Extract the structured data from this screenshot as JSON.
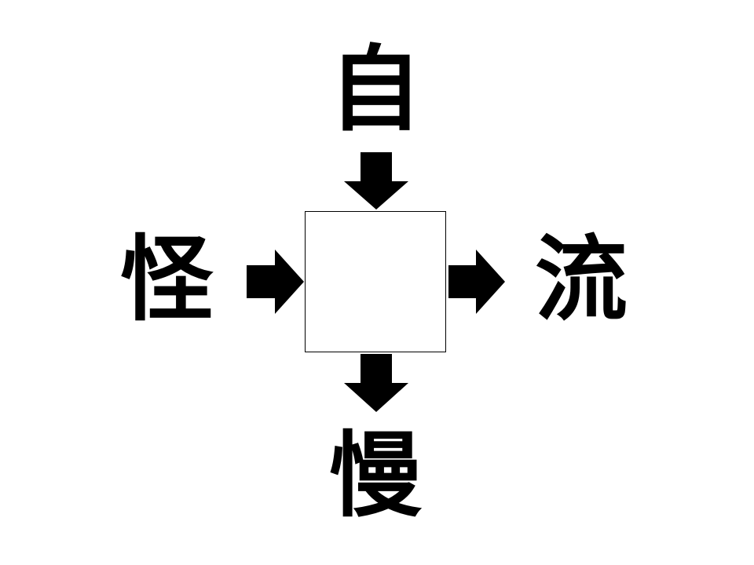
{
  "puzzle": {
    "top": "自",
    "left": "怪",
    "right": "流",
    "bottom": "慢",
    "center": ""
  },
  "colors": {
    "ink": "#000000",
    "background": "#ffffff"
  },
  "icons": [
    "arrow-down-icon",
    "arrow-right-icon"
  ]
}
